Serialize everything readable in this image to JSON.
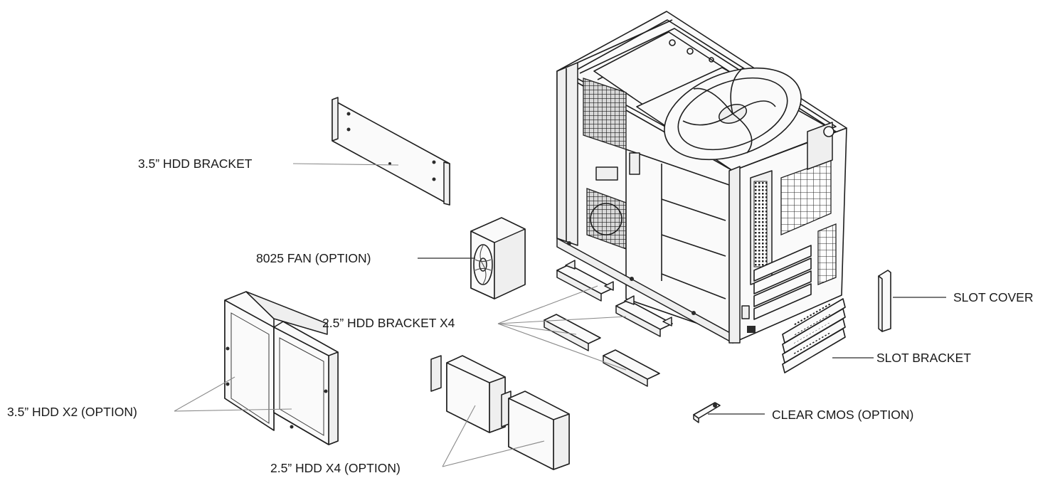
{
  "labels": {
    "hdd35_bracket": "3.5” HDD BRACKET",
    "fan_8025": "8025 FAN (OPTION)",
    "hdd25_bracket": "2.5” HDD BRACKET X4",
    "hdd35": "3.5” HDD X2 (OPTION)",
    "hdd25": "2.5” HDD X4 (OPTION)",
    "slot_cover": "SLOT COVER",
    "slot_bracket": "SLOT BRACKET",
    "clear_cmos": "CLEAR CMOS (OPTION)"
  }
}
